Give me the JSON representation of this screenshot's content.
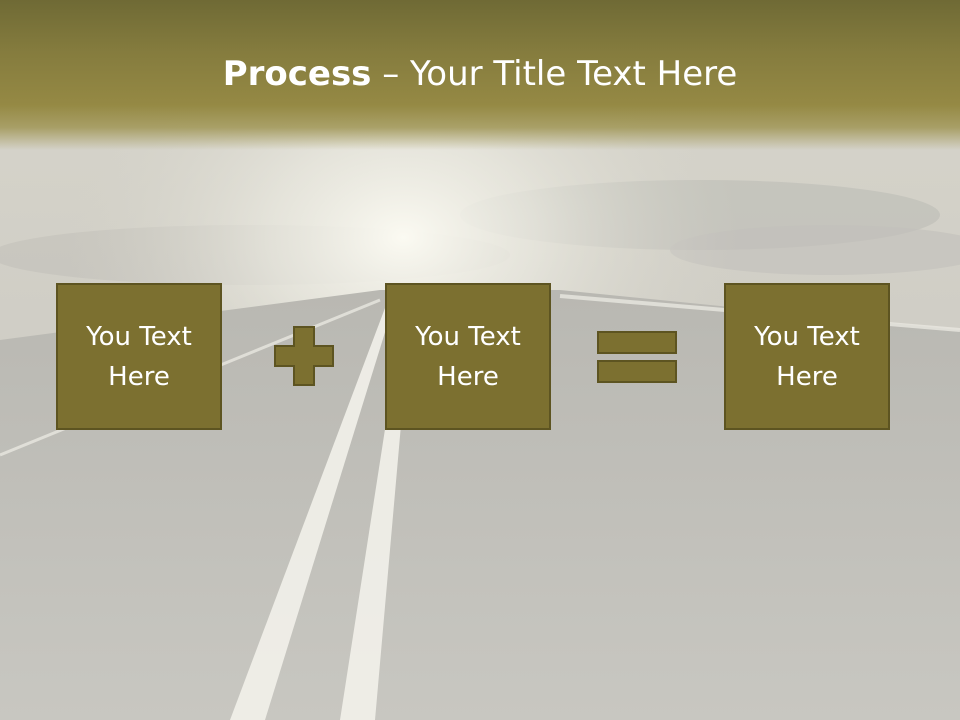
{
  "slide": {
    "title_bold": "Process",
    "title_rest": " – Your Title Text Here",
    "boxes": [
      {
        "line1": "You Text",
        "line2": "Here"
      },
      {
        "line1": "You Text",
        "line2": "Here"
      },
      {
        "line1": "You Text",
        "line2": "Here"
      }
    ],
    "operators": [
      "plus-icon",
      "equals-icon"
    ]
  },
  "colors": {
    "box_fill": "#7c7030",
    "box_border": "#5d5421",
    "title_band": "#857c3e",
    "text": "#ffffff"
  }
}
